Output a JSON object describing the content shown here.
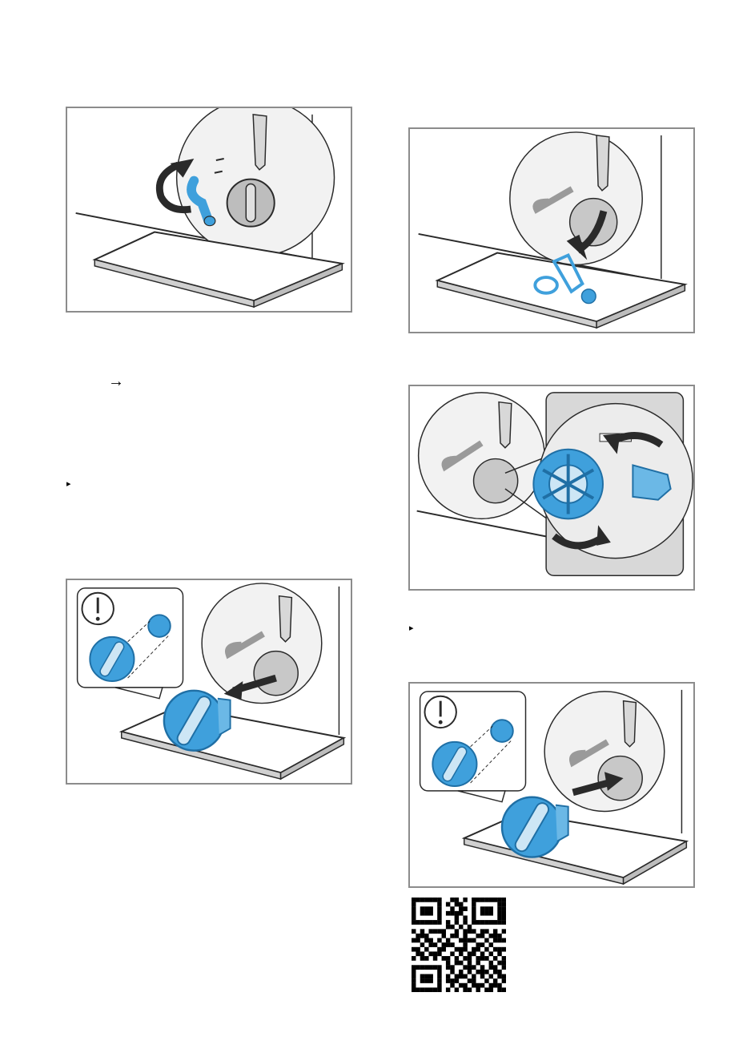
{
  "page": {
    "step_arrow": "→",
    "bullet_left": "▸",
    "bullet_right": "▸"
  },
  "colors": {
    "accent_blue": "#3fa0dc",
    "accent_blue_dark": "#1f6fa5",
    "frame_gray": "#8c8c8c",
    "machine_gray": "#d8d8d8",
    "outline_dark": "#2a2a2a"
  },
  "icons": {
    "warning": "exclamation-circle-icon",
    "qr": "qr-code"
  },
  "qr_code": {
    "rows": [
      "1111111001101011111111",
      "1000001010110010000011",
      "1011101001011010111011",
      "1011101011110010111011",
      "1000001000101010000011",
      "1111111010101011111111",
      "0000000011010100000000",
      "1010111100101110110101",
      "0111000101101001101110",
      "1101101010011110010111",
      "0010110111001001101000",
      "1101001100111011010111",
      "0110111001010110101010",
      "1011010110101101110101",
      "0000000010110101001011",
      "1111111011001110101101",
      "1000001001010101110110",
      "1011101010111010101011",
      "1011101011100110010101",
      "1000001001011011101110",
      "1111111010101101011011"
    ]
  }
}
